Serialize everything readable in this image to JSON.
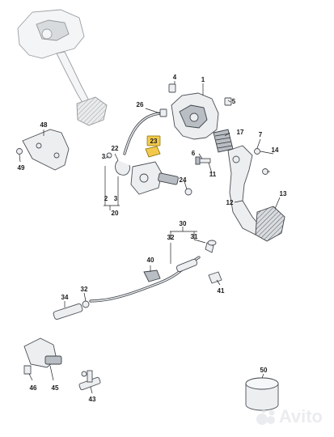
{
  "diagram": {
    "callouts": [
      {
        "id": "c1",
        "text": "1"
      },
      {
        "id": "c4",
        "text": "4"
      },
      {
        "id": "c5",
        "text": "5"
      },
      {
        "id": "c26",
        "text": "26"
      },
      {
        "id": "c17",
        "text": "17"
      },
      {
        "id": "c48",
        "text": "48"
      },
      {
        "id": "c49",
        "text": "49"
      },
      {
        "id": "c23",
        "text": "23"
      },
      {
        "id": "c22",
        "text": "22"
      },
      {
        "id": "c7",
        "text": "7"
      },
      {
        "id": "c6",
        "text": "6"
      },
      {
        "id": "c14",
        "text": "14"
      },
      {
        "id": "c3",
        "text": "3"
      },
      {
        "id": "c11",
        "text": "11"
      },
      {
        "id": "c24",
        "text": "24"
      },
      {
        "id": "c2",
        "text": "2"
      },
      {
        "id": "c3b",
        "text": "3"
      },
      {
        "id": "c20",
        "text": "20"
      },
      {
        "id": "c12",
        "text": "12"
      },
      {
        "id": "c13",
        "text": "13"
      },
      {
        "id": "c30",
        "text": "30"
      },
      {
        "id": "c32a",
        "text": "32"
      },
      {
        "id": "c31",
        "text": "31"
      },
      {
        "id": "c40",
        "text": "40"
      },
      {
        "id": "c41",
        "text": "41"
      },
      {
        "id": "c32b",
        "text": "32"
      },
      {
        "id": "c34",
        "text": "34"
      },
      {
        "id": "c46",
        "text": "46"
      },
      {
        "id": "c45",
        "text": "45"
      },
      {
        "id": "c43",
        "text": "43"
      },
      {
        "id": "c50",
        "text": "50"
      }
    ],
    "highlighted_callout": "c23",
    "highlight_color": "#f2c94c"
  },
  "watermark": {
    "text": "Avito",
    "icon": "avito-dots-logo"
  }
}
